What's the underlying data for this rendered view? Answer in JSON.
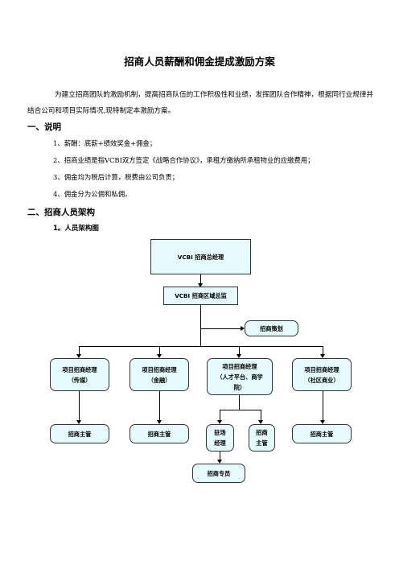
{
  "document": {
    "title": "招商人员薪酬和佣金提成激励方案",
    "intro": "为建立招商团队的激励机制，提高招商队伍的工作积极性和业绩，发挥团队合作精神，根据同行业规律并结合公司和项目实际情况,现特制定本激励方案。",
    "section1": {
      "heading": "一、说明",
      "items": [
        "1、薪酬：底薪+绩效奖金+佣金；",
        "2、招商业绩是指VCBI双方签定《战略合作协议》，承租方缴纳所承租物业的应缴费用；",
        "3、佣金均为税后计算，税费由公司负责；",
        "4、佣金分为公佣和私佣。"
      ]
    },
    "section2": {
      "heading": "二、招商人员架构",
      "sub_heading": "1。人员架构图"
    }
  },
  "org_chart": {
    "top": "VCBI 招商总经理",
    "regional": "VCBI 招商区域总监",
    "planning": "招商策划",
    "managers": [
      {
        "line1": "项目招商经理",
        "line2": "（传媒）"
      },
      {
        "line1": "项目招商经理",
        "line2": "（金融）"
      },
      {
        "line1": "项目招商经理",
        "line2": "（人才平台、商学院）"
      },
      {
        "line1": "项目招商经理",
        "line2": "（社区商业）"
      }
    ],
    "supervisors": [
      "招商主管",
      "招商主管",
      "驻场经理",
      "招商主管",
      "招商主管"
    ],
    "specialist": "招商专员"
  }
}
